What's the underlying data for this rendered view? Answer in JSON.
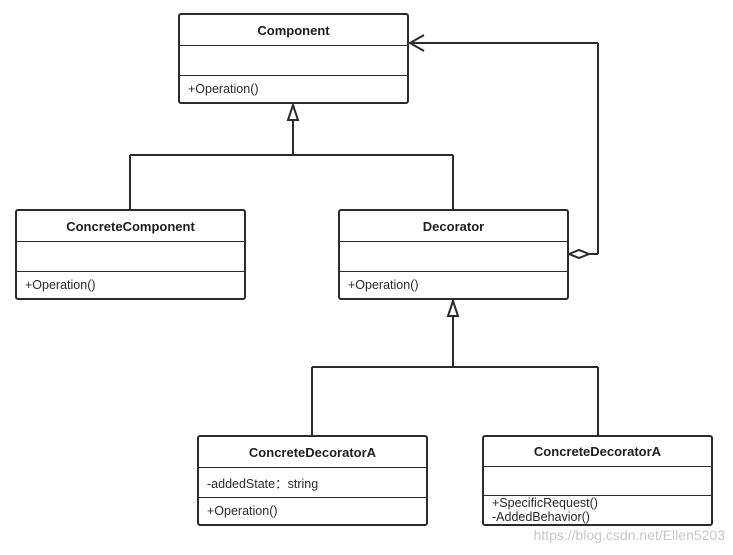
{
  "classes": {
    "component": {
      "name": "Component",
      "attributes": [],
      "operations": [
        "+Operation()"
      ]
    },
    "concrete_component": {
      "name": "ConcreteComponent",
      "attributes": [],
      "operations": [
        "+Operation()"
      ]
    },
    "decorator": {
      "name": "Decorator",
      "attributes": [],
      "operations": [
        "+Operation()"
      ]
    },
    "concrete_decorator_a": {
      "name": "ConcreteDecoratorA",
      "attributes": [
        "-addedState：string"
      ],
      "operations": [
        "+Operation()"
      ]
    },
    "concrete_decorator_b": {
      "name": "ConcreteDecoratorA",
      "attributes": [],
      "operations": [
        "+SpecificRequest()",
        "-AddedBehavior()"
      ]
    }
  },
  "watermark": "https://blog.csdn.net/Ellen5203",
  "colors": {
    "line": "#2b2b2b",
    "box_fill": "#ffffff",
    "watermark": "#c8c8c8"
  }
}
